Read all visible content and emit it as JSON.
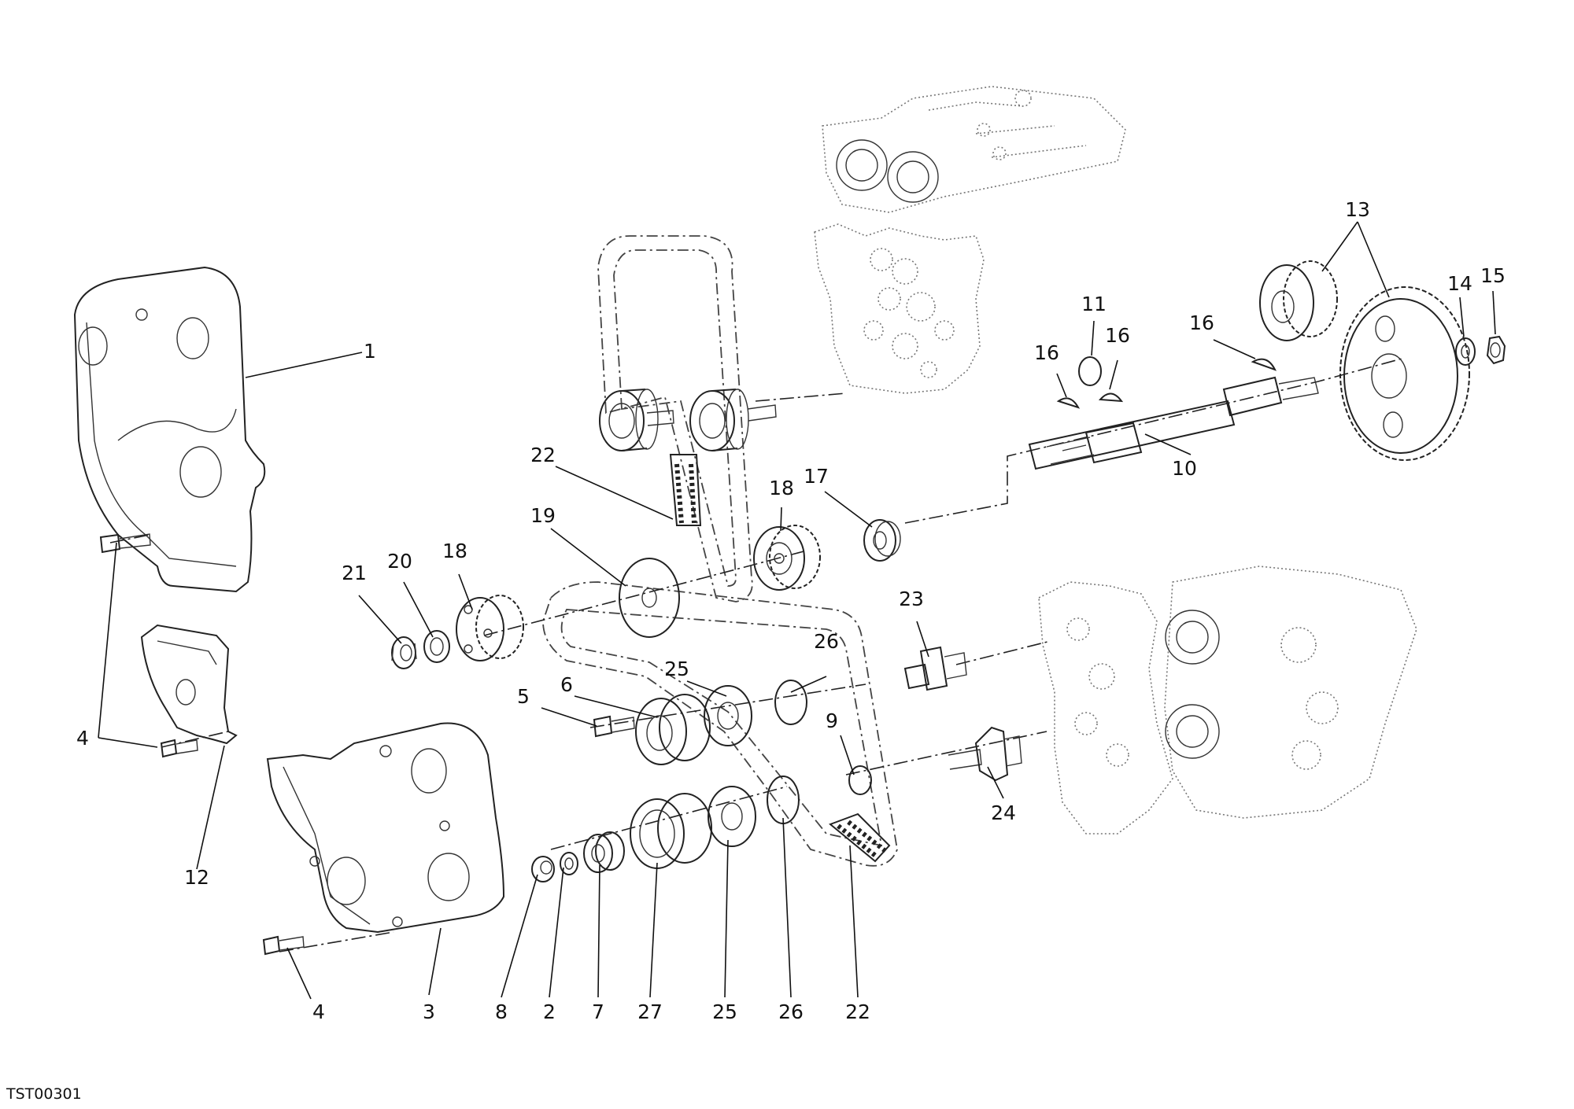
{
  "drawing_code": "TST00301",
  "callouts": [
    "1",
    "2",
    "3",
    "4",
    "4",
    "5",
    "6",
    "7",
    "8",
    "9",
    "10",
    "11",
    "12",
    "13",
    "14",
    "15",
    "16",
    "16",
    "16",
    "17",
    "18",
    "18",
    "19",
    "20",
    "21",
    "22",
    "22",
    "23",
    "24",
    "25",
    "25",
    "26",
    "26",
    "27"
  ]
}
